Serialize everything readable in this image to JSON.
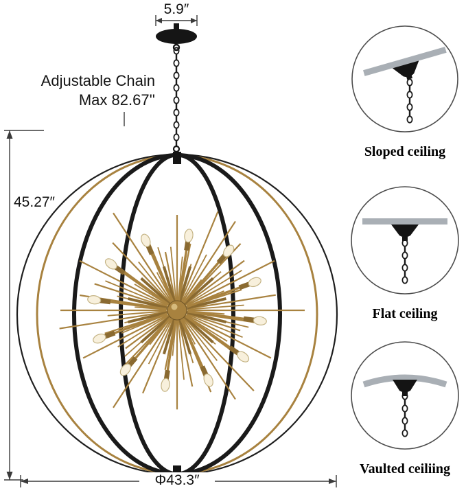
{
  "annotations": {
    "canopy_width": "5.9″",
    "chain_note_line1": "Adjustable Chain",
    "chain_note_line2": "Max 82.67''",
    "height": "45.27″",
    "diameter": "Φ43.3″"
  },
  "mount_options": [
    {
      "label": "Sloped ceiling"
    },
    {
      "label": "Flat ceiling"
    },
    {
      "label": "Vaulted ceiliing"
    }
  ],
  "colors": {
    "frame_black": "#1a1a1a",
    "brass_gold": "#a8823f",
    "brass_dark": "#8a6a31",
    "bulb": "#f8f0dc",
    "bulb_edge": "#c4b384",
    "plate_gray": "#a9afb5",
    "dimension_line": "#3a3a3a"
  }
}
